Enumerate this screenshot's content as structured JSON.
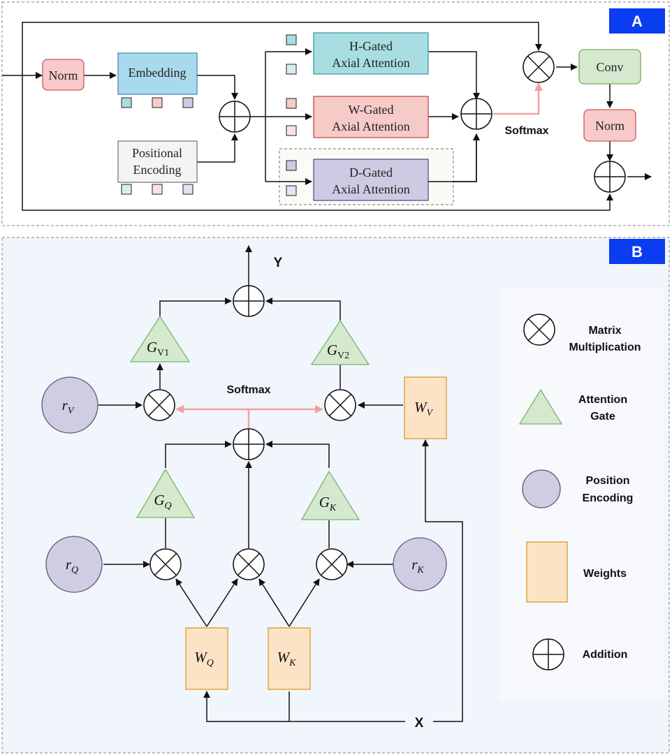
{
  "colors": {
    "panel_border": "#9a9a9a",
    "panel_b_bg": "#f1f6fd",
    "legend_bg": "#f7f9fd",
    "badge_blue": "#0a3cf0",
    "norm_fill": "#f8caca",
    "norm_stroke": "#c55a5a",
    "embedding_fill": "#a9d9ec",
    "embedding_stroke": "#4f8ab2",
    "posenc_fill": "#f4f4f4",
    "posenc_stroke": "#7a7a7a",
    "hgated_fill": "#a8dde1",
    "hgated_stroke": "#3c9aa2",
    "wgated_fill": "#f6cac7",
    "wgated_stroke": "#c44a44",
    "dgated_fill": "#cfcae3",
    "dgated_stroke": "#5a4f88",
    "conv_fill": "#d5e9cf",
    "conv_stroke": "#76aa5c",
    "gate_fill": "#d5e9cf",
    "gate_stroke": "#7ab56a",
    "circle_enc_fill": "#d0cce3",
    "circle_enc_stroke": "#5a5a70",
    "weights_fill": "#fde3c6",
    "weights_stroke": "#d99a2c",
    "softmax_arrow": "#f4a0a0",
    "dashed_group_fill": "#fbfbf5"
  },
  "panel_a": {
    "badge": "A",
    "norm_label": "Norm",
    "embedding_label": "Embedding",
    "positional_line1": "Positional",
    "positional_line2": "Encoding",
    "h_gated_line1": "H-Gated",
    "h_gated_line2": "Axial Attention",
    "w_gated_line1": "W-Gated",
    "w_gated_line2": "Axial Attention",
    "d_gated_line1": "D-Gated",
    "d_gated_line2": "Axial Attention",
    "softmax_label": "Softmax",
    "conv_label": "Conv",
    "norm2_label": "Norm"
  },
  "panel_b": {
    "badge": "B",
    "output_label": "Y",
    "input_label": "X",
    "softmax_label": "Softmax",
    "gv1_base": "G",
    "gv1_sub": "V1",
    "gv2_base": "G",
    "gv2_sub": "V2",
    "gq_base": "G",
    "gq_sub": "Q",
    "gk_base": "G",
    "gk_sub": "K",
    "rv_base": "r",
    "rv_sub": "V",
    "rq_base": "r",
    "rq_sub": "Q",
    "rk_base": "r",
    "rk_sub": "K",
    "wv_base": "W",
    "wv_sub": "V",
    "wq_base": "W",
    "wq_sub": "Q",
    "wk_base": "W",
    "wk_sub": "K"
  },
  "legend": {
    "matmul_line1": "Matrix",
    "matmul_line2": "Multiplication",
    "gate_line1": "Attention",
    "gate_line2": "Gate",
    "posenc_line1": "Position",
    "posenc_line2": "Encoding",
    "weights": "Weights",
    "addition": "Addition"
  }
}
